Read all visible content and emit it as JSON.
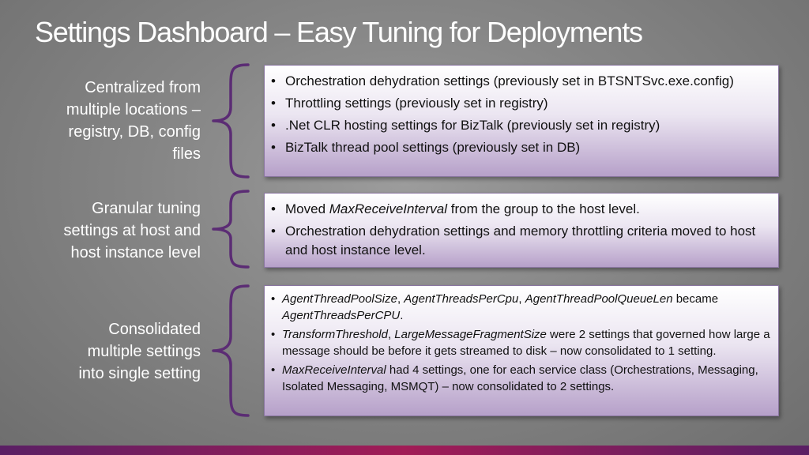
{
  "slide": {
    "title": "Settings Dashboard – Easy Tuning for Deployments",
    "colors": {
      "brace": "#5b2c74",
      "box_bottom": "#b6a0c9",
      "bar": "#a11c56"
    },
    "sections": [
      {
        "label": [
          "Centralized from",
          "multiple locations –",
          "registry, DB, config",
          "files"
        ],
        "bullets": [
          "Orchestration dehydration settings (previously set in BTSNTSvc.exe.config)",
          "Throttling settings (previously set in registry)",
          ".Net CLR hosting settings for BizTalk (previously set in registry)",
          "BizTalk thread pool settings (previously  set in DB)"
        ]
      },
      {
        "label": [
          "Granular tuning",
          "settings at host and",
          "host instance level"
        ],
        "bullets": [
          {
            "a": "Moved  ",
            "b": "MaxReceiveInterval",
            "c": " from the group to the host level."
          },
          "Orchestration dehydration settings and memory throttling criteria moved to host and host instance level."
        ]
      },
      {
        "label": [
          "Consolidated",
          "multiple settings",
          "into single setting"
        ],
        "bullets": [
          {
            "i1": "AgentThreadPoolSize",
            "s1": ", ",
            "i2": "AgentThreadsPerCpu",
            "s2": ", ",
            "i3": "AgentThreadPoolQueueLen",
            "s3": " became ",
            "i4": "AgentThreadsPerCPU",
            "s4": "."
          },
          {
            "i1": "TransformThreshold",
            "s1": ", ",
            "i2": "LargeMessageFragmentSize",
            "s2": " were 2 settings that governed how large a message should be before it gets streamed to disk – now consolidated to 1 setting."
          },
          {
            "i1": "MaxReceiveInterval",
            "s1": " had 4 settings, one for each service class (Orchestrations, Messaging, Isolated Messaging, MSMQT) – now consolidated to 2 settings."
          }
        ]
      }
    ]
  }
}
